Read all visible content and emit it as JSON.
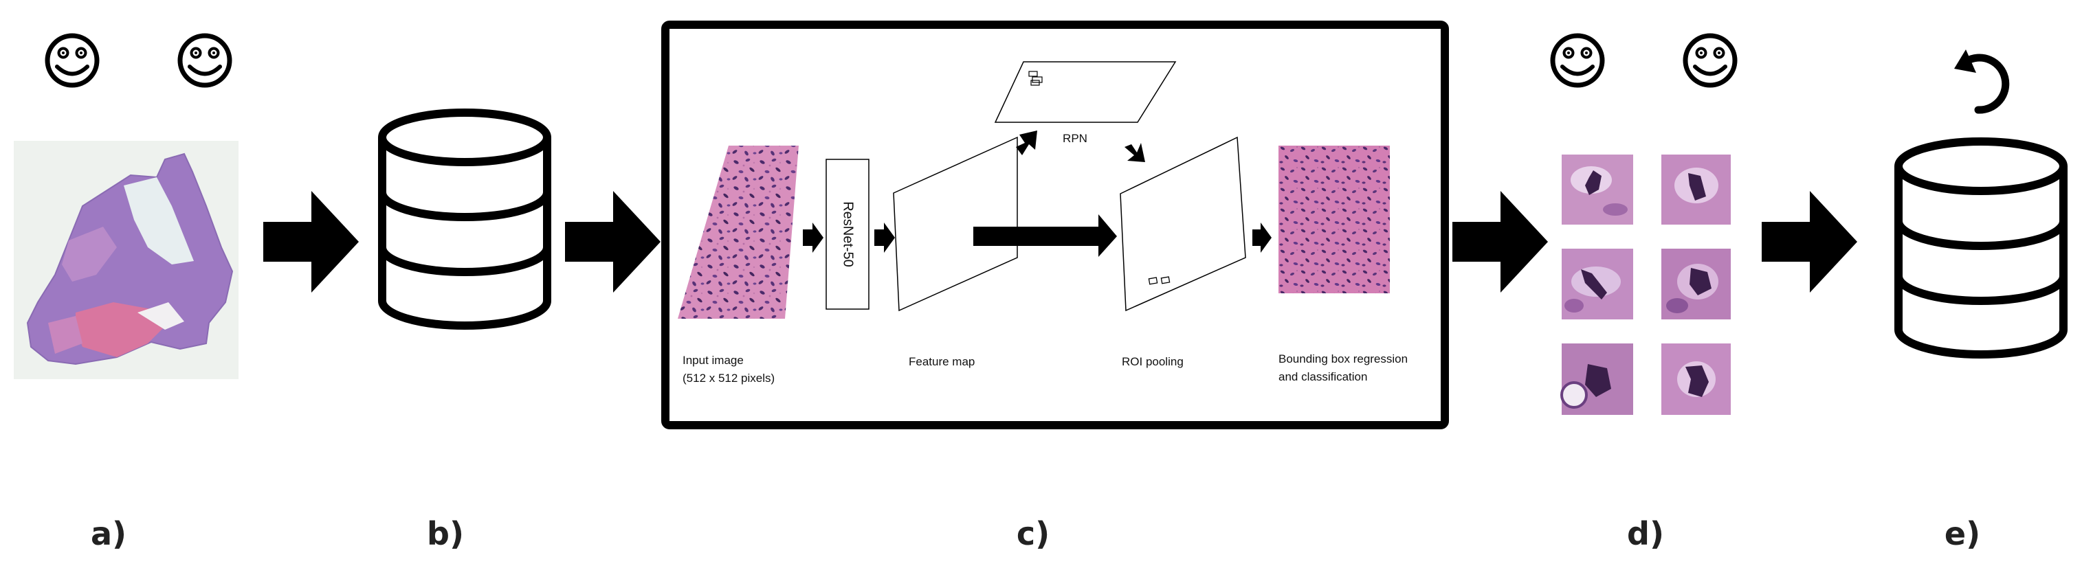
{
  "panels": {
    "a": {
      "label": "a)"
    },
    "b": {
      "label": "b)"
    },
    "c": {
      "label": "c)",
      "input_caption_line1": "Input image",
      "input_caption_line2": "(512 x 512 pixels)",
      "backbone": "ResNet-50",
      "feature_map": "Feature map",
      "rpn": "RPN",
      "roi_pooling": "ROI pooling",
      "output_caption_line1": "Bounding box regression",
      "output_caption_line2": "and classification"
    },
    "d": {
      "label": "d)"
    },
    "e": {
      "label": "e)"
    }
  },
  "icons": [
    "smiley-face-icon",
    "database-icon",
    "arrow-right-icon",
    "refresh-icon"
  ],
  "colors": {
    "stroke": "#000000",
    "tissue_pink": "#d9769f",
    "tissue_purple": "#8a6bb3",
    "tissue_background": "#eef2ee",
    "nucleus": "#3a1f4a"
  }
}
